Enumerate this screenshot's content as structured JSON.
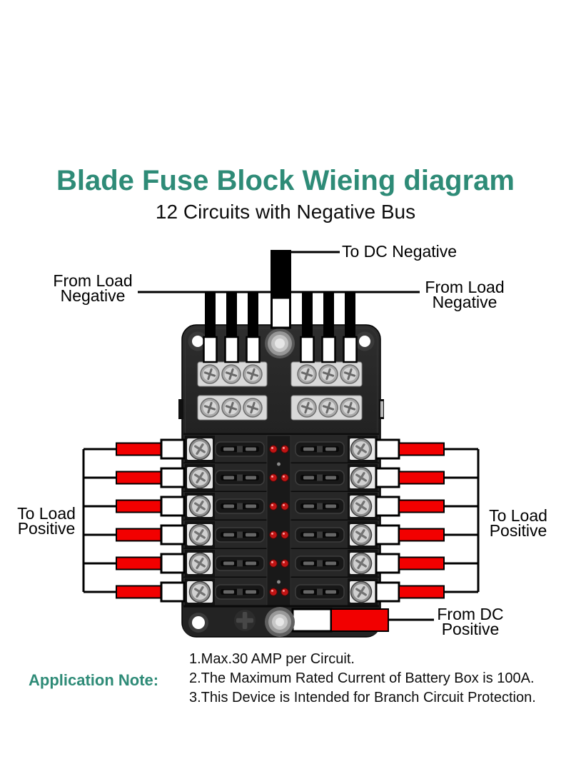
{
  "theme": {
    "accent": "#2e8b77",
    "wire_red": "#f20000",
    "led_red": "#c01414",
    "ink": "#0d0d0d"
  },
  "header": {
    "title": "Blade Fuse Block Wieing diagram",
    "subtitle": "12 Circuits with Negative Bus"
  },
  "diagram": {
    "circuits_shown": 12,
    "fuse_rows": 6,
    "labels": {
      "to_dc_negative": "To DC Negative",
      "from_load_negative_left": {
        "line1": "From Load",
        "line2": "Negative"
      },
      "from_load_negative_right": {
        "line1": "From Load",
        "line2": "Negative"
      },
      "to_load_positive_left": {
        "line1": "To Load",
        "line2": "Positive"
      },
      "to_load_positive_right": {
        "line1": "To Load",
        "line2": "Positive"
      },
      "from_dc_positive": {
        "line1": "From DC",
        "line2": "Positive"
      }
    }
  },
  "notes": {
    "heading": "Application Note:",
    "items": [
      "1.Max.30 AMP per Circuit.",
      "2.The Maximum Rated Current of Battery Box is 100A.",
      "3.This Device is Intended for Branch Circuit Protection."
    ]
  }
}
